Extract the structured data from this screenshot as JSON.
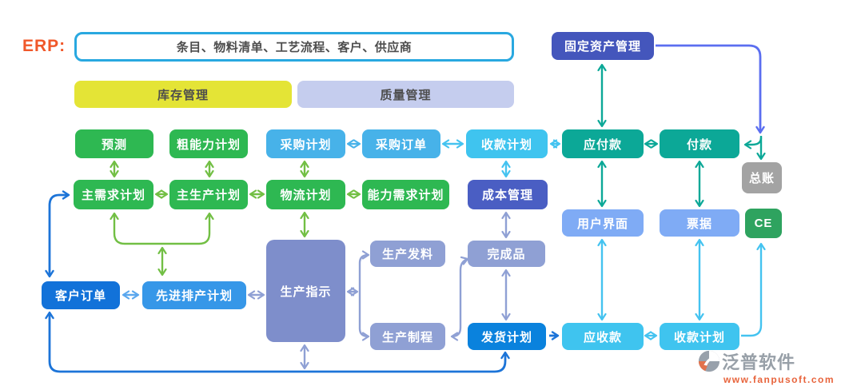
{
  "header": {
    "erp_label": "ERP:",
    "master_data": "条目、物料清单、工艺流程、客户、供应商",
    "inventory": "库存管理",
    "quality": "质量管理"
  },
  "nodes": {
    "fixed_asset_management": "固定资产管理",
    "forecast": "预测",
    "rough_capacity_plan": "粗能力计划",
    "purchase_plan": "采购计划",
    "purchase_order": "采购订单",
    "receipt_plan_top": "收款计划",
    "payables": "应付款",
    "payment": "付款",
    "general_ledger": "总账",
    "master_demand_plan": "主需求计划",
    "master_production_plan": "主生产计划",
    "logistics_plan": "物流计划",
    "capacity_requirement_plan": "能力需求计划",
    "cost_management": "成本管理",
    "user_interface": "用户界面",
    "bills": "票据",
    "ce": "CE",
    "customer_order": "客户订单",
    "advanced_scheduling_plan": "先进排产计划",
    "production_order": "生产指示",
    "production_issue": "生产发料",
    "production_process": "生产制程",
    "finished_goods": "完成品",
    "delivery_plan": "发货计划",
    "receivables": "应收款",
    "receipt_plan_bottom": "收款计划"
  },
  "watermark": {
    "brand": "泛普软件",
    "url": "www.fanpusoft.com"
  },
  "colors": {
    "accent_orange": "#f0582a",
    "box_green": "#2eb852",
    "box_sky_blue": "#47b2e9",
    "box_cyan": "#3fc4ef",
    "box_teal": "#0ca897",
    "box_gray": "#a3a3a3",
    "box_indigo": "#4a5ec3",
    "box_periwinkle": "#8fa0d4",
    "box_strong_blue": "#1272d9",
    "box_bright_blue": "#0a82dd",
    "band_yellow": "#e4e436",
    "band_lavender": "#c5cdee",
    "arrow_green": "#72bf44",
    "arrow_cyan": "#44c3f0",
    "arrow_teal": "#0ca897",
    "arrow_blue": "#1c74d8",
    "arrow_indigo_line": "#5b6ef0",
    "border_blue": "#29a8e0"
  }
}
